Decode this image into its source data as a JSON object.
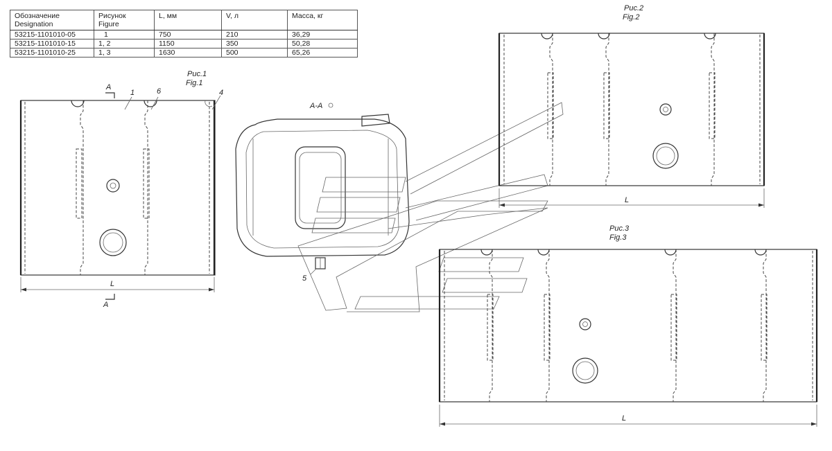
{
  "table": {
    "headers": [
      {
        "ru": "Обозначение",
        "en": "Designation"
      },
      {
        "ru": "Рисунок",
        "en": "Figure"
      },
      {
        "ru": "L, мм",
        "en": ""
      },
      {
        "ru": "V, л",
        "en": ""
      },
      {
        "ru": "Масса, кг",
        "en": ""
      }
    ],
    "rows": [
      {
        "designation": "53215-1101010-05",
        "figure": "1",
        "length": "750",
        "volume": "210",
        "mass": "36,29"
      },
      {
        "designation": "53215-1101010-15",
        "figure": "1, 2",
        "length": "1150",
        "volume": "350",
        "mass": "50,28"
      },
      {
        "designation": "53215-1101010-25",
        "figure": "1, 3",
        "length": "1630",
        "volume": "500",
        "mass": "65,26"
      }
    ]
  },
  "figures": {
    "fig1": {
      "ru": "Рис.1",
      "en": "Fig.1"
    },
    "fig2": {
      "ru": "Рис.2",
      "en": "Fig.2"
    },
    "fig3": {
      "ru": "Рис.3",
      "en": "Fig.3"
    }
  },
  "labels": {
    "section_top": "А",
    "section_bottom": "А",
    "section_view": "А-А",
    "dim_length": "L",
    "callout_1": "1",
    "callout_4": "4",
    "callout_5": "5",
    "callout_6": "6"
  }
}
